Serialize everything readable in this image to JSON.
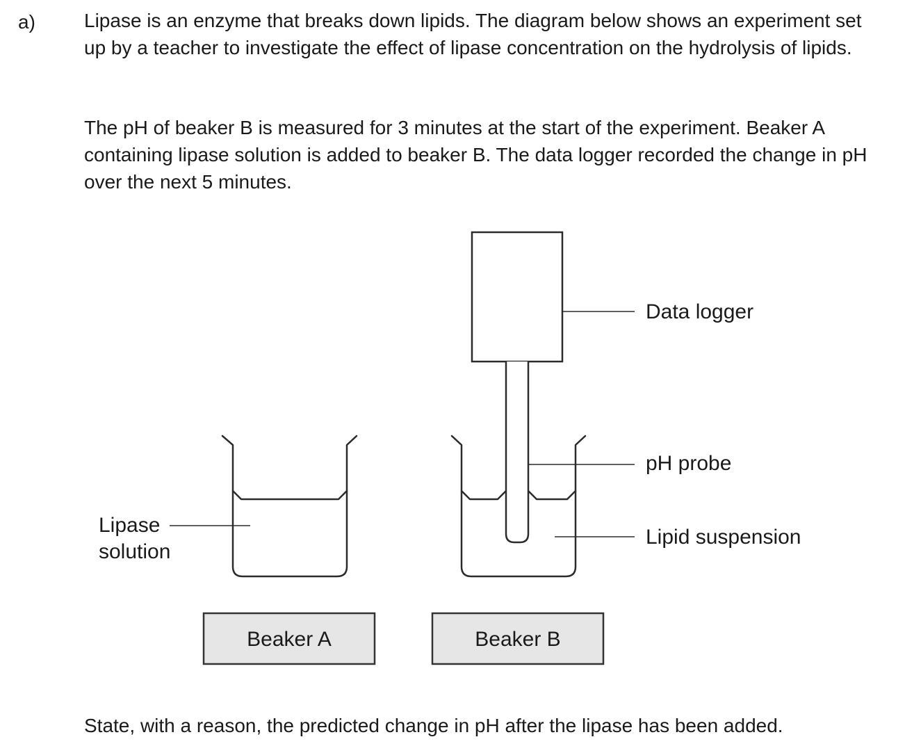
{
  "question": {
    "label": "a)",
    "paragraphs": [
      "Lipase is an enzyme that breaks down lipids. The diagram below shows an experiment set up by a teacher to investigate the effect of lipase concentration on the hydrolysis of lipids.",
      "The pH of beaker B is measured for 3 minutes at the start of the experiment. Beaker A containing lipase solution is added to beaker B. The data logger recorded the change in pH over the next 5 minutes."
    ],
    "prompt": "State, with a reason, the predicted change in pH after the lipase has been added."
  },
  "diagram": {
    "labels": {
      "data_logger": "Data logger",
      "ph_probe": "pH probe",
      "lipid_suspension": "Lipid suspension",
      "lipase_line1": "Lipase",
      "lipase_line2": "solution",
      "beaker_a": "Beaker A",
      "beaker_b": "Beaker B"
    }
  }
}
